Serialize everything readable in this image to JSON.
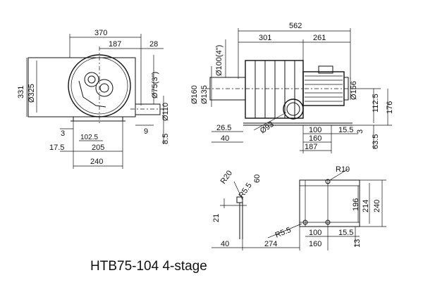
{
  "title": "HTB75-104 4-stage",
  "front_view": {
    "d370": "370",
    "d187": "187",
    "d28": "28",
    "d331": "331",
    "d325": "Ø325",
    "d75": "Ø75(3\")",
    "d110": "Ø110",
    "d3": "3",
    "d9": "9",
    "d8_5": "8.5",
    "d102_5": "102.5",
    "d17_5": "17.5",
    "d205": "205",
    "d240": "240"
  },
  "side_view": {
    "d562": "562",
    "d301": "301",
    "d261": "261",
    "d100_4": "Ø100(4\")",
    "d160": "Ø160",
    "d135": "Ø135",
    "d156": "Ø156",
    "d112_5": "112.5",
    "d176": "176",
    "d26_5": "26.5",
    "d40": "40",
    "d93": "Ø93",
    "d100": "100",
    "d15_5": "15.5",
    "d3": "3",
    "d160b": "160",
    "d187": "187",
    "d63_5": "63.5"
  },
  "base_view": {
    "r20": "R20",
    "r5_5a": "R5.5",
    "d60": "60",
    "r10": "R10",
    "d21": "21",
    "d196": "196",
    "d214": "214",
    "d240": "240",
    "r5_5b": "R5.5",
    "d100": "100",
    "d15_5": "15.5",
    "d13": "13",
    "d40": "40",
    "d274": "274",
    "d160": "160"
  }
}
